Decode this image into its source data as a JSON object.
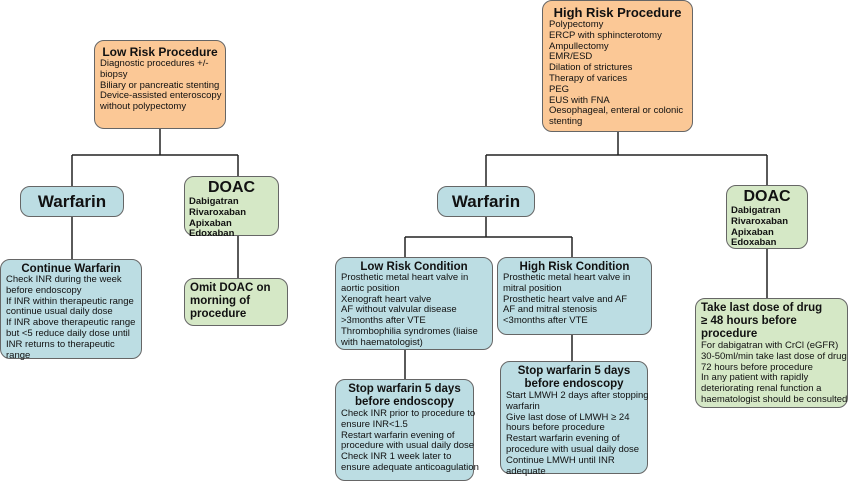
{
  "low_risk": {
    "title": "Low Risk Procedure",
    "items": [
      "Diagnostic procedures +/-",
      "biopsy",
      "Biliary or pancreatic stenting",
      "Device-assisted enteroscopy",
      "without polypectomy"
    ]
  },
  "high_risk": {
    "title": "High Risk Procedure",
    "items": [
      "Polypectomy",
      "ERCP with sphincterotomy",
      "Ampullectomy",
      "EMR/ESD",
      "Dilation of strictures",
      "Therapy of varices",
      "PEG",
      "EUS with FNA",
      "Oesophageal, enteral or colonic",
      "stenting"
    ]
  },
  "low_warfarin": {
    "label": "Warfarin"
  },
  "low_doac": {
    "title": "DOAC",
    "drugs": [
      "Dabigatran",
      "Rivaroxaban",
      "Apixaban",
      "Edoxaban"
    ]
  },
  "continue_warfarin": {
    "title": "Continue Warfarin",
    "items": [
      "Check INR during the week",
      "before endoscopy",
      "If INR within therapeutic range",
      "continue usual daily dose",
      "If INR above therapeutic range",
      "but <5 reduce daily dose until",
      "INR returns to therapeutic",
      "range"
    ]
  },
  "omit_doac": {
    "lines": [
      "Omit DOAC on",
      "morning of",
      "procedure"
    ]
  },
  "high_warfarin": {
    "label": "Warfarin"
  },
  "high_doac": {
    "title": "DOAC",
    "drugs": [
      "Dabigatran",
      "Rivaroxaban",
      "Apixaban",
      "Edoxaban"
    ]
  },
  "low_condition": {
    "title": "Low Risk Condition",
    "items": [
      "Prosthetic metal heart valve in",
      "aortic position",
      "Xenograft heart valve",
      "AF without valvular disease",
      ">3months after VTE",
      "Thrombophilia syndromes (liaise",
      "with haematologist)"
    ]
  },
  "high_condition": {
    "title": "High Risk Condition",
    "items": [
      "Prosthetic metal heart valve in",
      "mitral position",
      "Prosthetic heart valve and AF",
      "AF and mitral stenosis",
      "<3months after VTE"
    ]
  },
  "stop_low": {
    "title_lines": [
      "Stop warfarin 5 days",
      "before endoscopy"
    ],
    "items": [
      "Check INR prior to procedure to",
      "ensure INR<1.5",
      "Restart warfarin evening of",
      "procedure with usual daily dose",
      "Check INR 1 week later to",
      "ensure adequate anticoagulation"
    ]
  },
  "stop_high": {
    "title_lines": [
      "Stop warfarin 5 days",
      "before endoscopy"
    ],
    "items": [
      "Start LMWH 2 days after stopping",
      "warfarin",
      "Give last dose of LMWH ≥ 24",
      "hours before procedure",
      "Restart warfarin evening of",
      "procedure with usual daily dose",
      "Continue LMWH until INR",
      "adequate"
    ]
  },
  "last_dose": {
    "title_lines": [
      "Take last dose of drug",
      "≥ 48 hours before",
      "procedure"
    ],
    "items": [
      "For dabigatran with CrCl (eGFR)",
      "30-50ml/min take last dose of drug",
      "72 hours before procedure",
      "In any patient with rapidly",
      "deteriorating renal function a",
      "haematologist should be consulted"
    ]
  }
}
